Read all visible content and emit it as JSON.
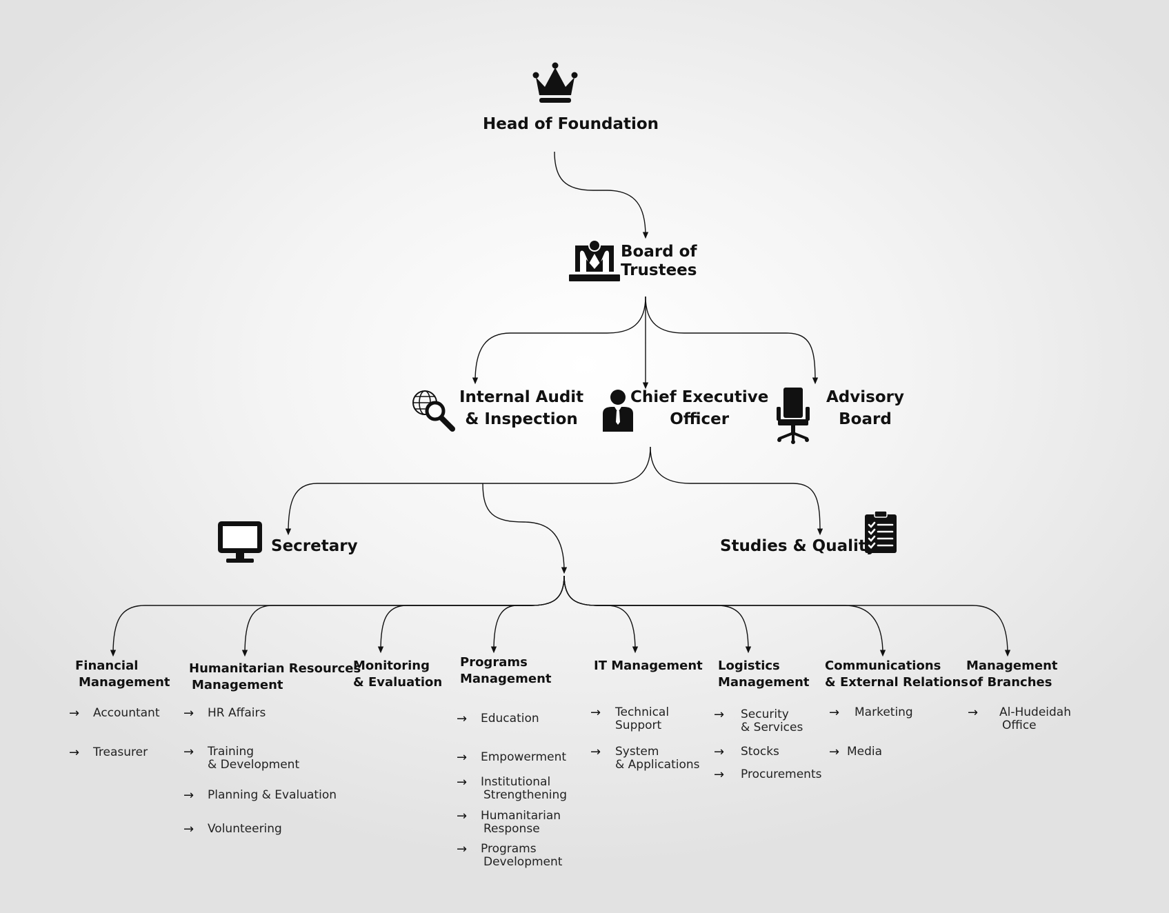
{
  "chart": {
    "head": {
      "label": "Head of Foundation",
      "icon": "crown-icon"
    },
    "board": {
      "lines": [
        "Board of",
        "Trustees"
      ],
      "icon": "board-meeting-icon"
    },
    "audit": {
      "lines": [
        "Internal Audit",
        "& Inspection"
      ],
      "icon": "globe-search-icon"
    },
    "ceo": {
      "lines": [
        "Chief Executive",
        "Officer"
      ],
      "icon": "executive-person-icon"
    },
    "advisory": {
      "lines": [
        "Advisory",
        "Board"
      ],
      "icon": "office-chair-icon"
    },
    "secretary": {
      "label": "Secretary",
      "icon": "monitor-icon"
    },
    "studies": {
      "label": "Studies & Quality",
      "icon": "clipboard-checklist-icon"
    },
    "arrow_glyph": "→",
    "departments": [
      {
        "key": "financial",
        "lines": [
          "Financial",
          "Management"
        ],
        "items": [
          [
            "Accountant"
          ],
          [
            "Treasurer"
          ]
        ]
      },
      {
        "key": "hr",
        "lines": [
          "Humanitarian Resources",
          "Management"
        ],
        "items": [
          [
            "HR Affairs"
          ],
          [
            "Training",
            "& Development"
          ],
          [
            "Planning & Evaluation"
          ],
          [
            "Volunteering"
          ]
        ]
      },
      {
        "key": "monitoring",
        "lines": [
          "Monitoring",
          "& Evaluation"
        ],
        "items": []
      },
      {
        "key": "programs",
        "lines": [
          "Programs",
          "Management"
        ],
        "items": [
          [
            "Education"
          ],
          [
            "Empowerment"
          ],
          [
            "Institutional",
            "Strengthening"
          ],
          [
            "Humanitarian",
            "Response"
          ],
          [
            "Programs",
            "Development"
          ]
        ]
      },
      {
        "key": "it",
        "lines": [
          "IT Management"
        ],
        "items": [
          [
            "Technical",
            "Support"
          ],
          [
            "System",
            "& Applications"
          ]
        ]
      },
      {
        "key": "logistics",
        "lines": [
          "Logistics",
          "Management"
        ],
        "items": [
          [
            "Security",
            "& Services"
          ],
          [
            "Stocks"
          ],
          [
            "Procurements"
          ]
        ]
      },
      {
        "key": "communications",
        "lines": [
          "Communications",
          "& External Relations"
        ],
        "items": [
          [
            "Marketing"
          ],
          [
            "Media"
          ]
        ]
      },
      {
        "key": "branches",
        "lines": [
          "Management",
          "of Branches"
        ],
        "items": [
          [
            "Al-Hudeidah",
            "Office"
          ]
        ]
      }
    ]
  }
}
